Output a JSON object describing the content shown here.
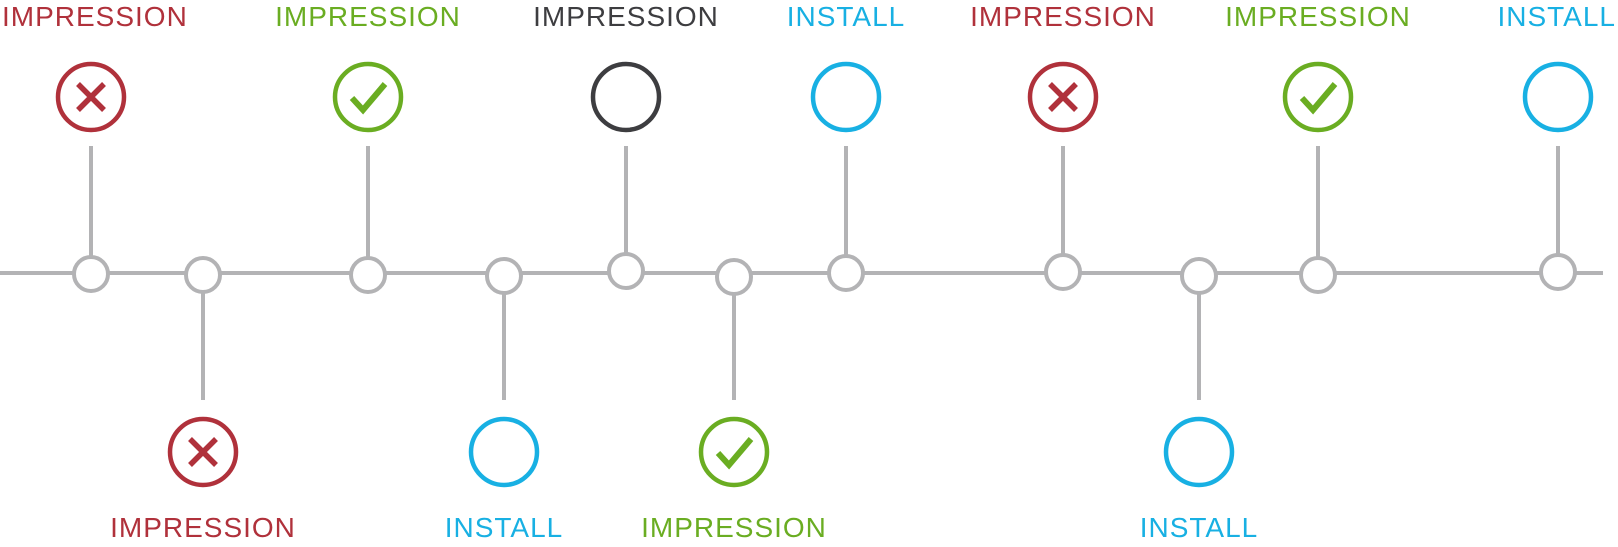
{
  "colors": {
    "axis": "#b3b3b5",
    "marker_fill": "#ffffff",
    "failed": "#b0313b",
    "success": "#6aad22",
    "pending": "#3d3d40",
    "install": "#18b0e3"
  },
  "events": [
    {
      "label": "IMPRESSION",
      "status": "failed",
      "icon": "x-icon",
      "side": "above"
    },
    {
      "label": "IMPRESSION",
      "status": "failed",
      "icon": "x-icon",
      "side": "below"
    },
    {
      "label": "IMPRESSION",
      "status": "success",
      "icon": "check-icon",
      "side": "above"
    },
    {
      "label": "INSTALL",
      "status": "install",
      "icon": "circle-icon",
      "side": "below"
    },
    {
      "label": "IMPRESSION",
      "status": "pending",
      "icon": "circle-icon",
      "side": "above"
    },
    {
      "label": "IMPRESSION",
      "status": "success",
      "icon": "check-icon",
      "side": "below"
    },
    {
      "label": "INSTALL",
      "status": "install",
      "icon": "circle-icon",
      "side": "above"
    },
    {
      "label": "IMPRESSION",
      "status": "failed",
      "icon": "x-icon",
      "side": "above"
    },
    {
      "label": "INSTALL",
      "status": "install",
      "icon": "circle-icon",
      "side": "below"
    },
    {
      "label": "IMPRESSION",
      "status": "success",
      "icon": "check-icon",
      "side": "above"
    },
    {
      "label": "INSTALL",
      "status": "install",
      "icon": "circle-icon",
      "side": "above"
    }
  ]
}
